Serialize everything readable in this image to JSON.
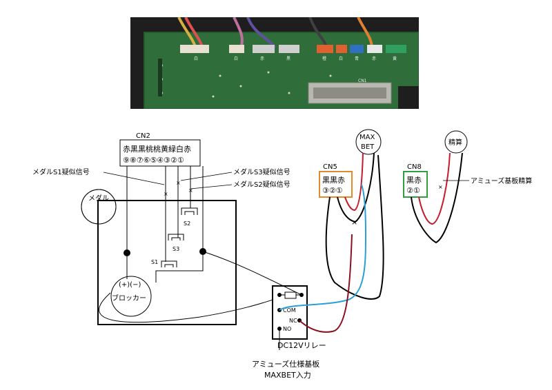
{
  "photo": {
    "connector_labels": [
      "白",
      "白",
      "赤",
      "黒",
      "橙",
      "白",
      "青",
      "赤",
      "黄"
    ],
    "cn_label": "CN1"
  },
  "cn2": {
    "title": "CN2",
    "wire_colors": "赤黒黒桃桃黄緑白赤",
    "pins": "⑨⑧⑦⑥⑤④③②①"
  },
  "signals": {
    "s1": "メダルS1疑似信号",
    "s3": "メダルS3疑似信号",
    "s2": "メダルS2疑似信号"
  },
  "medal_circle": "メダル",
  "sensors": [
    "S2",
    "S3",
    "S1"
  ],
  "blocker": {
    "polarity": "(+)(−)",
    "label": "ブロッカー"
  },
  "maxbet": {
    "line1": "MAX",
    "line2": "BET"
  },
  "seisan": "精算",
  "cn5": {
    "title": "CN5",
    "colors": "黒黒赤",
    "pins": "③②①"
  },
  "cn8": {
    "title": "CN8",
    "colors": "黒赤",
    "pins": "②①"
  },
  "amuse_seisan": "アミューズ基板精算",
  "relay": {
    "com": "COM",
    "nc": "NC",
    "no": "NO",
    "label": "DC12Vリレー"
  },
  "footer": {
    "line1": "アミューズ仕様基板",
    "line2": "MAXBET入力"
  },
  "colors": {
    "cn5_border": "#e08a2a",
    "cn8_border": "#2e9e3e",
    "red_wire": "#c8182c",
    "blue_wire": "#2a9fd6",
    "nc_wire": "#8a1020"
  }
}
